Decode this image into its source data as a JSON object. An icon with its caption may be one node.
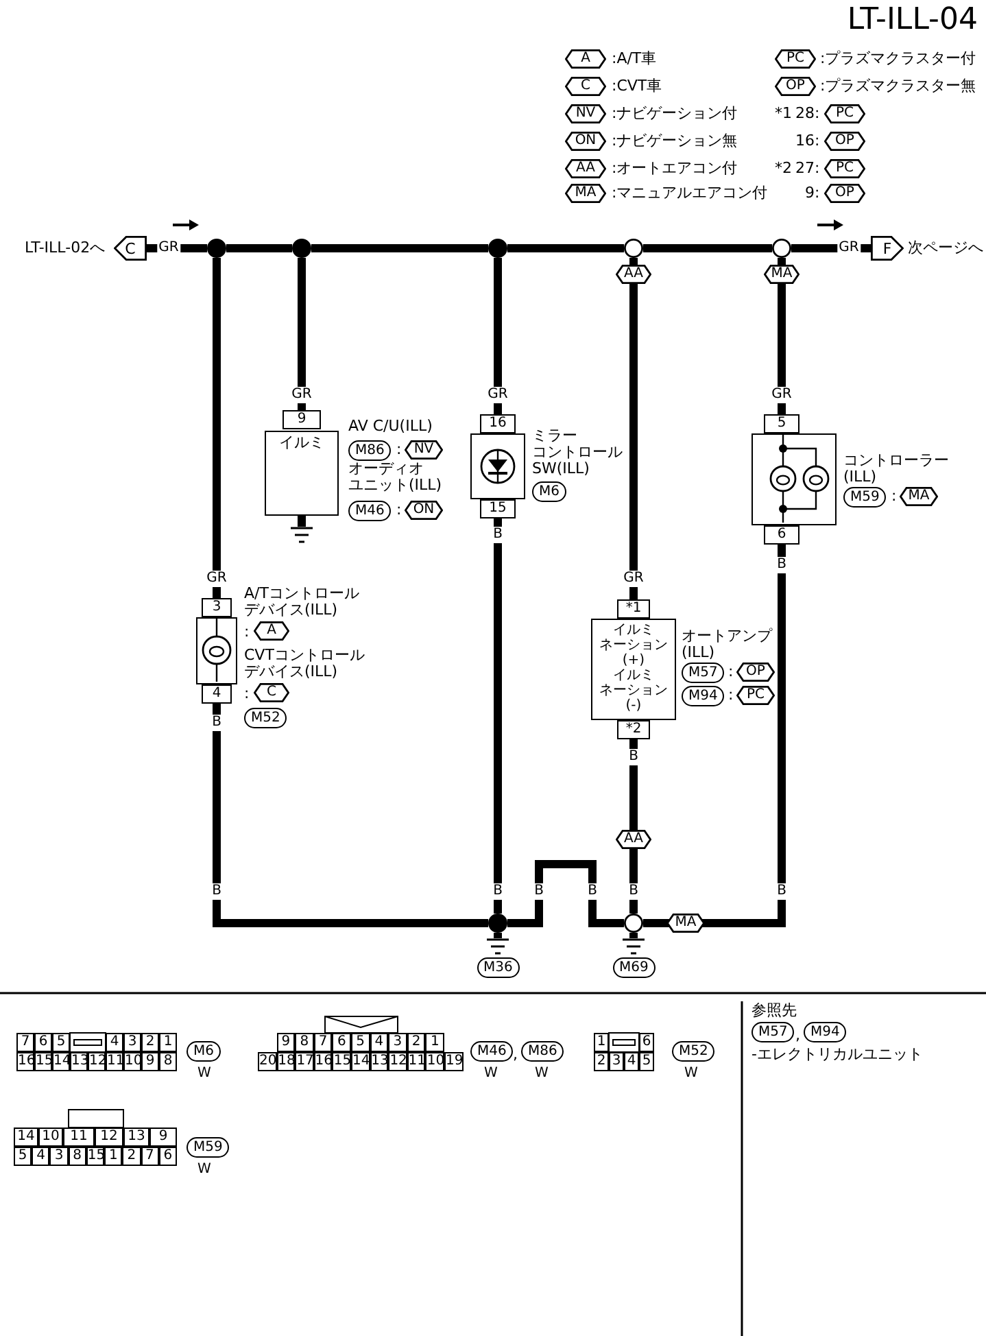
{
  "diagram": {
    "title": "LT-ILL-04",
    "nodes": [
      {
        "text": [
          "C"
        ],
        "beside": [
          "LT-ILL-02へ"
        ]
      },
      {
        "text": [],
        "shape": "circle"
      },
      {
        "text": [],
        "shape": "circle"
      },
      {
        "text": [],
        "shape": "circle"
      },
      {
        "text": [],
        "shape": "circle"
      },
      {
        "text": [],
        "shape": "circle"
      },
      {
        "text": [
          "F"
        ],
        "beside": [
          "次ページへ"
        ]
      },
      {
        "text": [
          "9",
          "イルミ"
        ],
        "beside": [
          "AV C/U(ILL)",
          "オーディオユニット(ILL)"
        ]
      },
      {
        "text": [],
        "shape": "ground"
      },
      {
        "text": [
          "16",
          "15"
        ],
        "beside": [
          "ミラーコントロール SW(ILL)"
        ]
      },
      {
        "text": [
          "5",
          "6"
        ],
        "beside": [
          "コントローラー (ILL)"
        ]
      },
      {
        "text": [
          "3",
          "4"
        ],
        "beside": [
          "A/Tコントロールデバイス(ILL)",
          ":",
          "A",
          "CVTコントロールデバイス(ILL)",
          ":",
          "C"
        ]
      },
      {
        "text": [
          "*1",
          "イルミネーション (+)",
          "イルミネーション (-)",
          "*2"
        ],
        "beside": [
          "オートアンプ (ILL)"
        ]
      },
      {
        "text": [],
        "shape": "circle"
      },
      {
        "text": [],
        "shape": "circle"
      },
      {
        "text": [
          "M36"
        ]
      },
      {
        "text": [
          "M69"
        ]
      },
      {
        "text": [
          "M6"
        ],
        "beside": [
          "W"
        ]
      },
      {
        "text": [
          "M46"
        ],
        "beside": [
          "W"
        ]
      },
      {
        "text": [
          "M86"
        ],
        "beside": [
          "W"
        ]
      },
      {
        "text": [
          "M52"
        ],
        "beside": [
          "W"
        ]
      },
      {
        "text": [
          "M57"
        ]
      },
      {
        "text": [
          "M94"
        ]
      },
      {
        "text": [
          "M59"
        ],
        "beside": [
          "W"
        ]
      },
      {
        "text": [
          "M86"
        ],
        "beside": [
          ":",
          "NV"
        ]
      },
      {
        "text": [
          "M46"
        ],
        "beside": [
          ":",
          "ON"
        ]
      },
      {
        "text": [
          "M6"
        ]
      },
      {
        "text": [
          "M59"
        ],
        "beside": [
          ":",
          "MA"
        ]
      },
      {
        "text": [
          "M52"
        ]
      },
      {
        "text": [
          "M57"
        ],
        "beside": [
          ":",
          "OP"
        ]
      },
      {
        "text": [
          "M94"
        ],
        "beside": [
          ":",
          "PC"
        ]
      }
    ],
    "edges": [
      {
        "from": 0,
        "to": 1,
        "arrow": "none"
      },
      {
        "from": 1,
        "to": 2,
        "arrow": "none"
      },
      {
        "from": 2,
        "to": 3,
        "arrow": "none"
      },
      {
        "from": 3,
        "to": 4,
        "arrow": "none"
      },
      {
        "from": 4,
        "to": 5,
        "arrow": "none"
      },
      {
        "from": 5,
        "to": 6,
        "arrow": "none"
      },
      {
        "from": 1,
        "to": 11,
        "arrow": "none"
      },
      {
        "from": 2,
        "to": 7,
        "arrow": "none"
      },
      {
        "from": 3,
        "to": 9,
        "arrow": "none"
      },
      {
        "from": 4,
        "to": 12,
        "arrow": "none"
      },
      {
        "from": 5,
        "to": 10,
        "arrow": "none"
      },
      {
        "from": 7,
        "to": 8,
        "arrow": "none"
      },
      {
        "from": 11,
        "to": 13,
        "arrow": "none"
      },
      {
        "from": 9,
        "to": 13,
        "arrow": "none"
      },
      {
        "from": 13,
        "to": 14,
        "arrow": "none"
      },
      {
        "from": 12,
        "to": 14,
        "arrow": "none"
      },
      {
        "from": 10,
        "to": 14,
        "arrow": "none"
      },
      {
        "from": 13,
        "to": 15,
        "arrow": "none"
      },
      {
        "from": 14,
        "to": 16,
        "arrow": "none"
      }
    ],
    "labels": [
      "A",
      ":A/T車",
      "PC",
      ":プラズマクラスター付",
      "C",
      ":CVT車",
      "OP",
      ":プラズマクラスター無",
      "NV",
      ":ナビゲーション付",
      "*1",
      "28:",
      "PC",
      "ON",
      ":ナビゲーション無",
      "16:",
      "OP",
      "AA",
      ":オートエアコン付",
      "*2",
      "27:",
      "PC",
      "MA",
      ":マニュアルエアコン付",
      "9:",
      "OP",
      "GR",
      "GR",
      "AA",
      "MA",
      "GR",
      "GR",
      "GR",
      "B",
      "B",
      "GR",
      "GR",
      "B",
      "B",
      "AA",
      "B",
      "B",
      "B",
      "B",
      "B",
      "B",
      "MA",
      "7",
      "6",
      "5",
      "4",
      "3",
      "2",
      "1",
      "16",
      "15",
      "14",
      "13",
      "12",
      "11",
      "10",
      "9",
      "8",
      "9",
      "8",
      "7",
      "6",
      "5",
      "4",
      "3",
      "2",
      "1",
      "20",
      "18",
      "17",
      "16",
      "15",
      "14",
      "13",
      "12",
      "11",
      "10",
      "19",
      ",",
      "1",
      "6",
      "2",
      "3",
      "4",
      "5",
      "参照先",
      ",",
      "-エレクトリカルユニット",
      "14",
      "10",
      "11",
      "12",
      "13",
      "9",
      "5",
      "4",
      "3",
      "8",
      "15",
      "1",
      "2",
      "7",
      "6"
    ]
  }
}
